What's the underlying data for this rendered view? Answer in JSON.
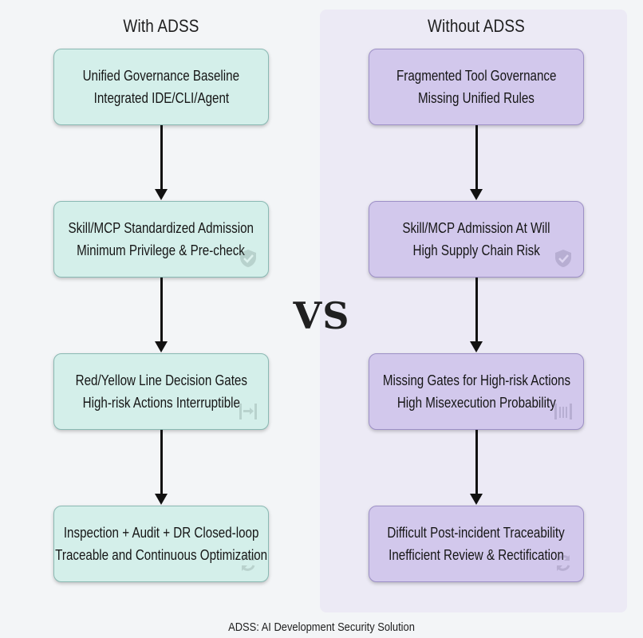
{
  "left_column": {
    "title": "With ADSS",
    "boxes": [
      {
        "line1": "Unified Governance Baseline",
        "line2": "Integrated IDE/CLI/Agent",
        "icon": "none"
      },
      {
        "line1": "Skill/MCP Standardized Admission",
        "line2": "Minimum Privilege & Pre-check",
        "icon": "shield-check-icon"
      },
      {
        "line1": "Red/Yellow Line Decision Gates",
        "line2": "High-risk Actions Interruptible",
        "icon": "gate-icon"
      },
      {
        "line1": "Inspection + Audit + DR Closed-loop",
        "line2": "Traceable and Continuous Optimization",
        "icon": "loop-icon"
      }
    ]
  },
  "right_column": {
    "title": "Without ADSS",
    "boxes": [
      {
        "line1": "Fragmented Tool Governance",
        "line2": "Missing Unified Rules",
        "icon": "none"
      },
      {
        "line1": "Skill/MCP Admission At Will",
        "line2": "High Supply Chain Risk",
        "icon": "shield-check-icon"
      },
      {
        "line1": "Missing Gates for High-risk Actions",
        "line2": "High Misexecution Probability",
        "icon": "gate-icon"
      },
      {
        "line1": "Difficult Post-incident Traceability",
        "line2": "Inefficient Review & Rectification",
        "icon": "loop-icon"
      }
    ]
  },
  "vs_label": "VS",
  "footnote": "ADSS: AI Development Security Solution",
  "colors": {
    "teal_fill": "#d4efea",
    "purple_fill": "#d2c8ec",
    "right_panel": "#eceaf5",
    "arrow": "#111111"
  }
}
